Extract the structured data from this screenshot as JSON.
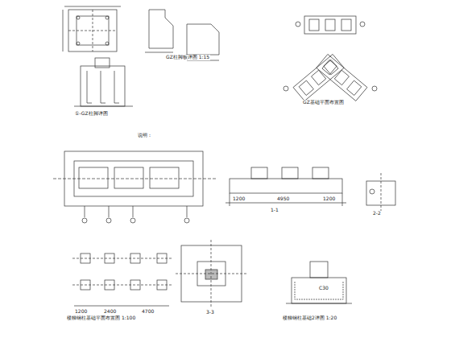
{
  "diagram": {
    "labels": [
      "GZ柱脚板详图 1:15",
      "GZ基础平面布置图",
      "①-GZ柱脚详图",
      "说明：",
      "1-1",
      "2-2",
      "3-3",
      "楼梯钢柱基础平面布置图 1:100",
      "楼梯钢柱基础2详图 1:20",
      "C30",
      "1200",
      "2400",
      "4700",
      "1200",
      "4950",
      "1200"
    ]
  }
}
